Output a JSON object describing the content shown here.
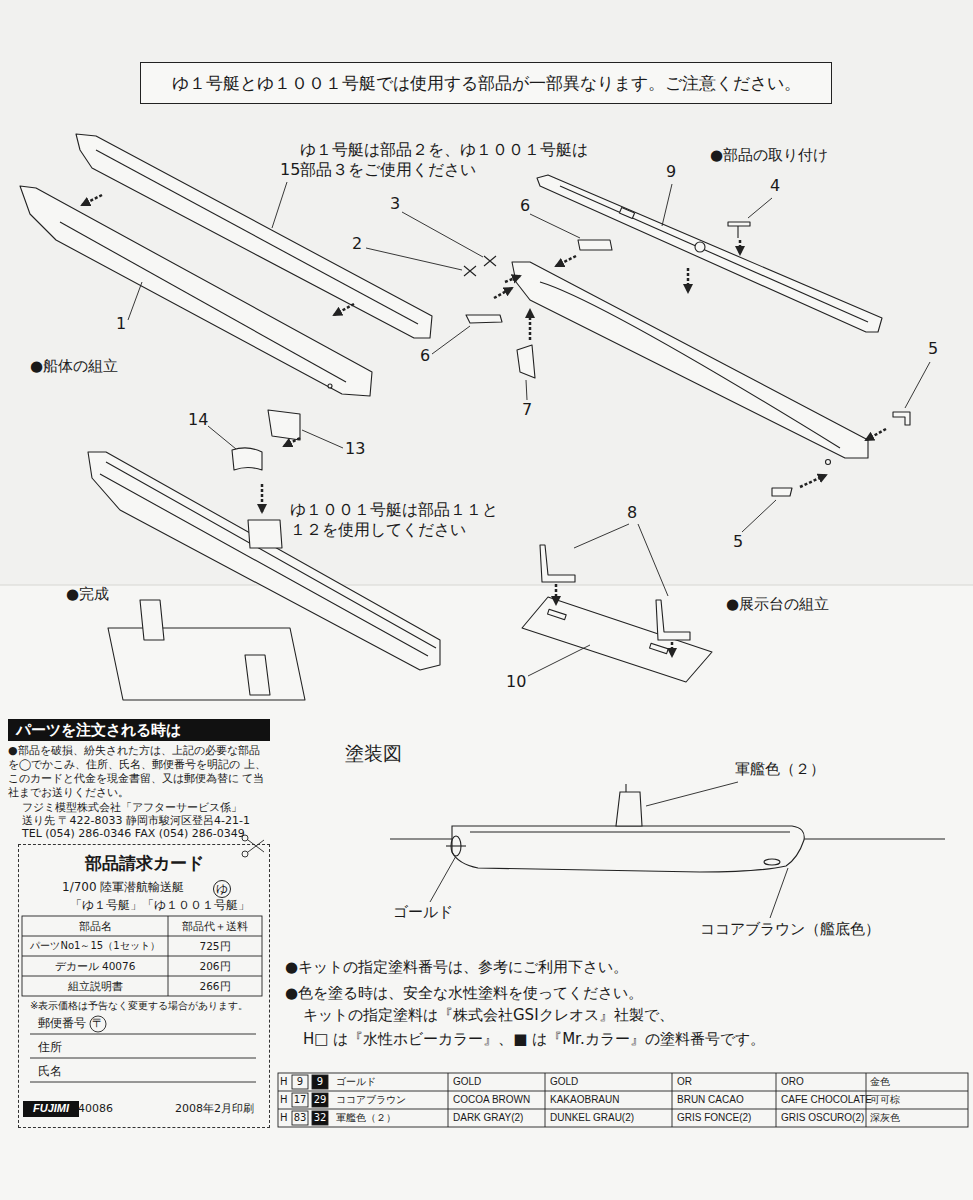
{
  "diagram": {
    "nodes": [
      {
        "text": [
          "ゆ１号艇とゆ１００１号艇では使用する部品が一部異なります。ご注意ください。"
        ]
      },
      {
        "text": [
          "パーツを注文される時は"
        ]
      },
      {
        "text": [
          "部品請求カード"
        ]
      },
      {
        "text": [
          "ゆ"
        ],
        "in": 2
      },
      {
        "text": [
          "FUJIMI"
        ],
        "in": 2
      }
    ],
    "labels": [
      "ゆ１号艇は部品２を、ゆ１００１号艇は 部品３をご使用ください",
      "●部品の取り付け",
      "15",
      "1",
      "3",
      "2",
      "6",
      "9",
      "4",
      "6",
      "7",
      "5",
      "5",
      "●船体の組立",
      "14",
      "13",
      "ゆ１００１号艇は部品１１と １２を使用してください",
      "8",
      "●完成",
      "10",
      "●展示台の組立",
      "●部品を破損、紛失された方は、上記の必要な部品 を◯でかこみ、住所、氏名、郵便番号を明記の 上、このカードと代金を現金書留、又は郵便為替に て当社までお送りください。",
      "フジミ模型株式会社「アフターサービス係」",
      "送り先 〒422-8033 静岡市駿河区登呂4-21-1",
      "TEL (054) 286-0346 FAX (054) 286-0349",
      "1/700 陸軍潜航輸送艇",
      "「ゆ１号艇」「ゆ１００１号艇」",
      "部品名",
      "部品代＋送料",
      "パーツNo1～15（1セット）",
      "725円",
      "デカール 40076",
      "206円",
      "組立説明書",
      "266円",
      "※表示価格は予告なく変更する場合があります。",
      "郵便番号",
      "〒",
      "住所",
      "氏名",
      "40086",
      "2008年2月印刷",
      "塗装図",
      "軍艦色（２）",
      "ゴールド",
      "ココアブラウン（艦底色）",
      "●キットの指定塗料番号は、参考にご利用下さい。",
      "●色を塗る時は、安全な水性塗料を使ってください。",
      "キットの指定塗料は『株式会社GSIクレオス』社製で、",
      "H□ は『水性ホビーカラー』、■ は『Mr.カラー』の塗料番号です。",
      "H",
      "9",
      "9",
      "ゴールド",
      "GOLD",
      "GOLD",
      "OR",
      "ORO",
      "金色",
      "H",
      "17",
      "29",
      "ココアブラウン",
      "COCOA BROWN",
      "KAKAOBRAUN",
      "BRUN CACAO",
      "CAFE CHOCOLATE",
      "可可棕",
      "H",
      "83",
      "32",
      "軍艦色（２）",
      "DARK GRAY(2)",
      "DUNKEL GRAU(2)",
      "GRIS FONCE(2)",
      "GRIS OSCURO(2)",
      "深灰色"
    ]
  }
}
